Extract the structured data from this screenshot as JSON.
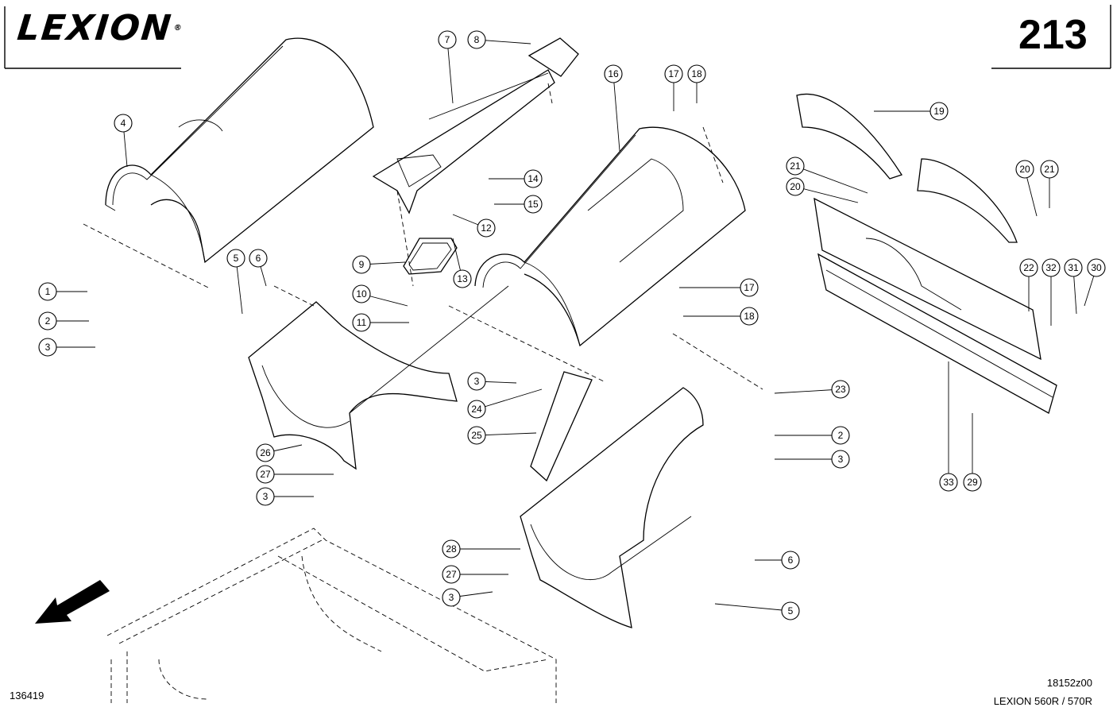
{
  "header": {
    "brand_logo": "LEXION",
    "registered_mark": "®",
    "page_number": "213"
  },
  "footer": {
    "document_id": "136419",
    "drawing_id": "18152z00",
    "model": "LEXION 560R / 570R"
  },
  "callouts": [
    {
      "label": "1"
    },
    {
      "label": "2"
    },
    {
      "label": "3"
    },
    {
      "label": "4"
    },
    {
      "label": "5"
    },
    {
      "label": "6"
    },
    {
      "label": "7"
    },
    {
      "label": "8"
    },
    {
      "label": "9"
    },
    {
      "label": "10"
    },
    {
      "label": "11"
    },
    {
      "label": "12"
    },
    {
      "label": "13"
    },
    {
      "label": "14"
    },
    {
      "label": "15"
    },
    {
      "label": "16"
    },
    {
      "label": "17"
    },
    {
      "label": "18"
    },
    {
      "label": "19"
    },
    {
      "label": "21"
    },
    {
      "label": "20"
    },
    {
      "label": "20"
    },
    {
      "label": "21"
    },
    {
      "label": "17"
    },
    {
      "label": "18"
    },
    {
      "label": "22"
    },
    {
      "label": "32"
    },
    {
      "label": "31"
    },
    {
      "label": "30"
    },
    {
      "label": "3"
    },
    {
      "label": "24"
    },
    {
      "label": "25"
    },
    {
      "label": "26"
    },
    {
      "label": "27"
    },
    {
      "label": "3"
    },
    {
      "label": "23"
    },
    {
      "label": "2"
    },
    {
      "label": "3"
    },
    {
      "label": "33"
    },
    {
      "label": "29"
    },
    {
      "label": "28"
    },
    {
      "label": "27"
    },
    {
      "label": "3"
    },
    {
      "label": "6"
    },
    {
      "label": "5"
    }
  ]
}
